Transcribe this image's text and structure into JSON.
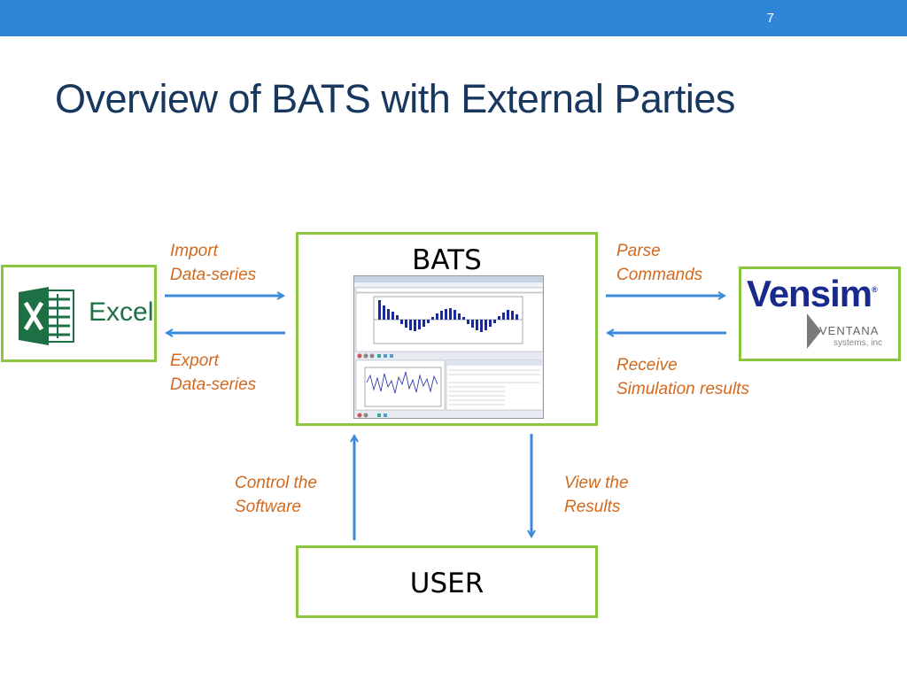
{
  "slide": {
    "number": "7",
    "title": "Overview of BATS with External Parties"
  },
  "boxes": {
    "bats": "BATS",
    "user": "USER",
    "excel": "Excel",
    "vensim": "Vensim",
    "ventana": "VENTANA",
    "ventana_sub": "systems, inc"
  },
  "labels": {
    "import": [
      "Import",
      "Data-series"
    ],
    "export": [
      "Export",
      "Data-series"
    ],
    "parse": [
      "Parse",
      "Commands"
    ],
    "receive": [
      "Receive",
      "Simulation results"
    ],
    "control": [
      "Control the",
      "Software"
    ],
    "view": [
      "View the",
      "Results"
    ]
  },
  "colors": {
    "topbar": "#2f86d8",
    "title": "#17375e",
    "box_border": "#8cc63f",
    "arrow": "#3b8bd9",
    "note": "#d2691e",
    "excel_green": "#1d7044",
    "vensim_blue": "#1a2a8c"
  },
  "icons": {
    "excel": "excel-logo-icon",
    "ventana": "ventana-logo-icon",
    "bats_app": "bats-app-screenshot"
  }
}
